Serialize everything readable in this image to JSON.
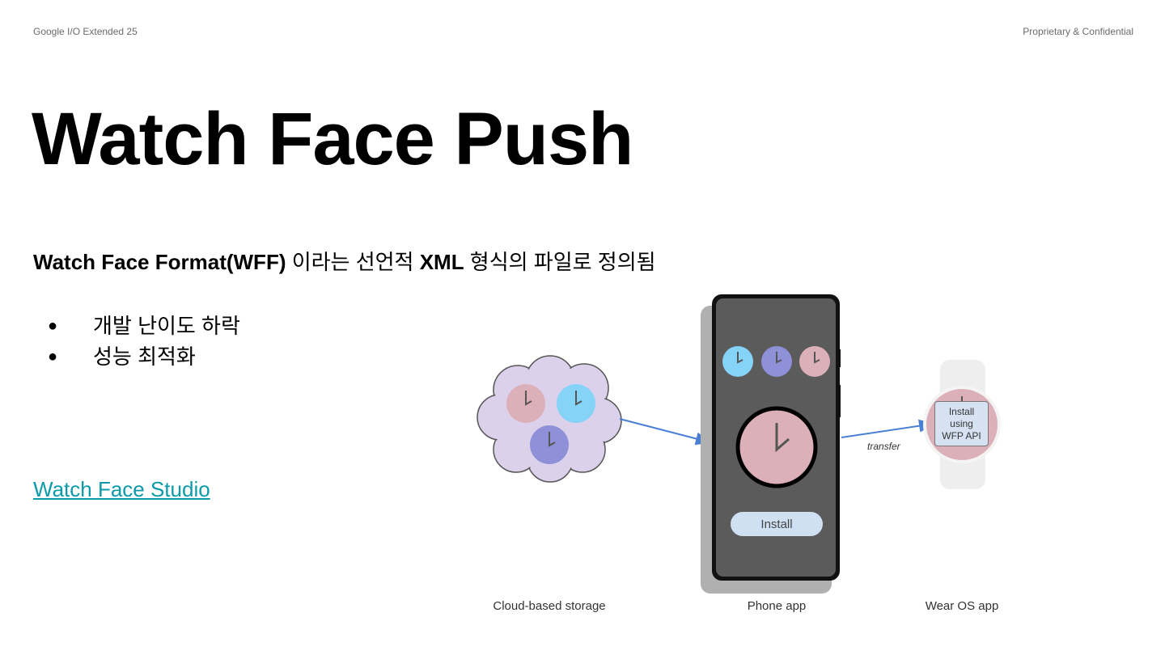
{
  "header": {
    "left": "Google I/O Extended 25",
    "right": "Proprietary & Confidential"
  },
  "title": "Watch Face Push",
  "subtitle": {
    "bold": "Watch Face Format(WFF)",
    "rest": " 이라는 선언적 ",
    "bold2": "XML",
    "rest2": " 형식의 파일로 정의됨"
  },
  "bullets": [
    {
      "marker": "●",
      "text": "개발 난이도 하락"
    },
    {
      "marker": "●",
      "text": "성능 최적화"
    }
  ],
  "link": "Watch Face Studio",
  "diagram": {
    "install_button": "Install",
    "watch_label": [
      "Install",
      "using",
      "WFP API"
    ],
    "transfer_label": "transfer",
    "captions": {
      "cloud": "Cloud-based storage",
      "phone": "Phone app",
      "wear": "Wear OS app"
    },
    "colors": {
      "pink": "#dcb0b8",
      "blue": "#85d3f6",
      "purple": "#8e90d8",
      "cloud": "#dcd1ea",
      "phone_screen": "#5b5b5b",
      "arrow": "#4a7fd6"
    }
  }
}
